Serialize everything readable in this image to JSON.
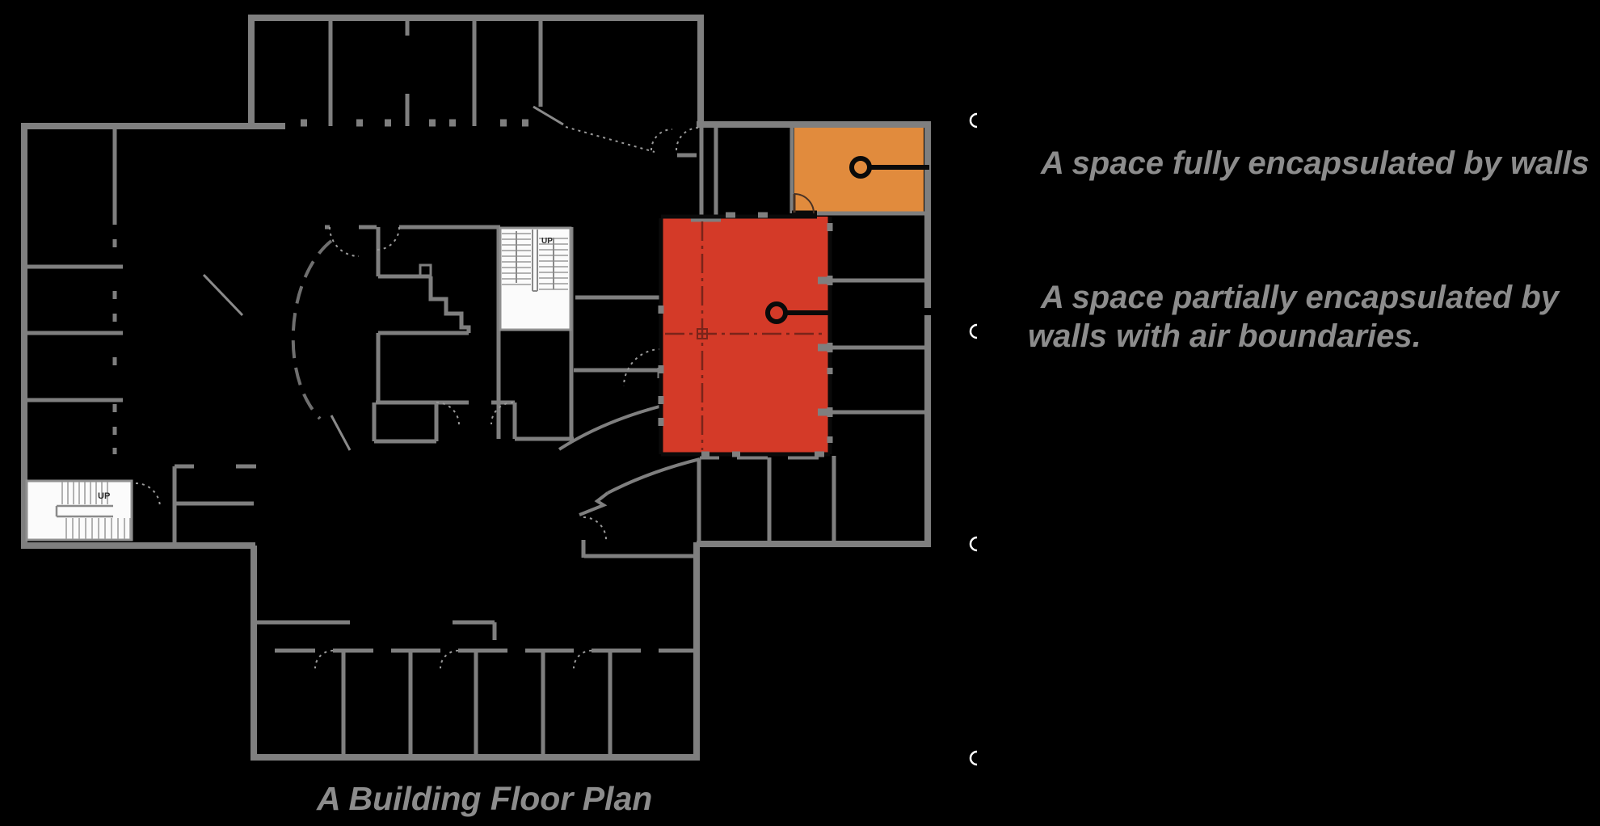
{
  "figure": {
    "caption": "A Building Floor Plan"
  },
  "legend": {
    "fully_encapsulated": "A space fully encapsulated by walls",
    "partially_encapsulated_line1": "A space partially encapsulated by",
    "partially_encapsulated_line2": "walls with air boundaries."
  },
  "floor_plan": {
    "stair_label_center": "UP",
    "stair_label_southwest": "UP",
    "colors": {
      "background": "#000000",
      "wall_gray": "#7F7F7F",
      "fully_encapsulated_fill": "#E18B3D",
      "partially_encapsulated_fill": "#D43A28",
      "space_centerline": "#7A241A",
      "callout_black": "#0A0A0A",
      "label_gray": "#8C8C8C",
      "stair_white": "#FBFBFB"
    }
  }
}
